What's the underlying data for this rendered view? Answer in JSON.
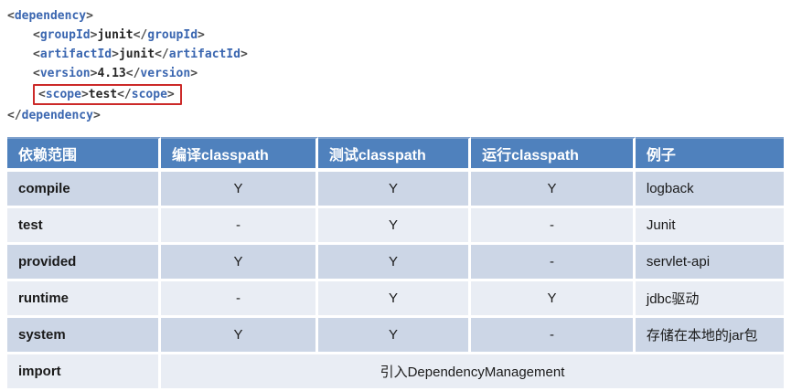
{
  "code": {
    "colors": {
      "tag": "#3a66b0",
      "bracket": "#4d4d4d",
      "text": "#262626",
      "highlight_border": "#cc2a29"
    },
    "lines": [
      {
        "indent": 0,
        "boxed": false,
        "parts": [
          {
            "type": "bracket",
            "text": "<"
          },
          {
            "type": "tag",
            "text": "dependency"
          },
          {
            "type": "bracket",
            "text": ">"
          }
        ]
      },
      {
        "indent": 1,
        "boxed": false,
        "parts": [
          {
            "type": "bracket",
            "text": "<"
          },
          {
            "type": "tag",
            "text": "groupId"
          },
          {
            "type": "bracket",
            "text": ">"
          },
          {
            "type": "text",
            "text": "junit"
          },
          {
            "type": "bracket",
            "text": "</"
          },
          {
            "type": "tag",
            "text": "groupId"
          },
          {
            "type": "bracket",
            "text": ">"
          }
        ]
      },
      {
        "indent": 1,
        "boxed": false,
        "parts": [
          {
            "type": "bracket",
            "text": "<"
          },
          {
            "type": "tag",
            "text": "artifactId"
          },
          {
            "type": "bracket",
            "text": ">"
          },
          {
            "type": "text",
            "text": "junit"
          },
          {
            "type": "bracket",
            "text": "</"
          },
          {
            "type": "tag",
            "text": "artifactId"
          },
          {
            "type": "bracket",
            "text": ">"
          }
        ]
      },
      {
        "indent": 1,
        "boxed": false,
        "parts": [
          {
            "type": "bracket",
            "text": "<"
          },
          {
            "type": "tag",
            "text": "version"
          },
          {
            "type": "bracket",
            "text": ">"
          },
          {
            "type": "text",
            "text": "4.13"
          },
          {
            "type": "bracket",
            "text": "</"
          },
          {
            "type": "tag",
            "text": "version"
          },
          {
            "type": "bracket",
            "text": ">"
          }
        ]
      },
      {
        "indent": 1,
        "boxed": true,
        "parts": [
          {
            "type": "bracket",
            "text": "<"
          },
          {
            "type": "tag",
            "text": "scope"
          },
          {
            "type": "bracket",
            "text": ">"
          },
          {
            "type": "text",
            "text": "test"
          },
          {
            "type": "bracket",
            "text": "</"
          },
          {
            "type": "tag",
            "text": "scope"
          },
          {
            "type": "bracket",
            "text": ">"
          }
        ]
      },
      {
        "indent": 0,
        "boxed": false,
        "parts": [
          {
            "type": "bracket",
            "text": "</"
          },
          {
            "type": "tag",
            "text": "dependency"
          },
          {
            "type": "bracket",
            "text": ">"
          }
        ]
      }
    ]
  },
  "table": {
    "colors": {
      "header_bg": "#4f81bd",
      "header_text": "#ffffff",
      "row_dark": "#ccd6e6",
      "row_light": "#e9edf4",
      "body_text": "#1a1a1a"
    },
    "headers": [
      "依赖范围",
      "编译classpath",
      "测试classpath",
      "运行classpath",
      "例子"
    ],
    "col_widths": [
      "19.7%",
      "20.2%",
      "19.6%",
      "21.2%",
      "19.3%"
    ],
    "rows": [
      {
        "name": "compile",
        "shade": "dark",
        "cells": [
          "Y",
          "Y",
          "Y"
        ],
        "example": "logback"
      },
      {
        "name": "test",
        "shade": "light",
        "cells": [
          "-",
          "Y",
          "-"
        ],
        "example": "Junit"
      },
      {
        "name": "provided",
        "shade": "dark",
        "cells": [
          "Y",
          "Y",
          "-"
        ],
        "example": "servlet-api"
      },
      {
        "name": "runtime",
        "shade": "light",
        "cells": [
          "-",
          "Y",
          "Y"
        ],
        "example": "jdbc驱动"
      },
      {
        "name": "system",
        "shade": "dark",
        "cells": [
          "Y",
          "Y",
          "-"
        ],
        "example": "存储在本地的jar包"
      },
      {
        "name": "import",
        "shade": "light",
        "merged": "引入DependencyManagement"
      }
    ]
  }
}
